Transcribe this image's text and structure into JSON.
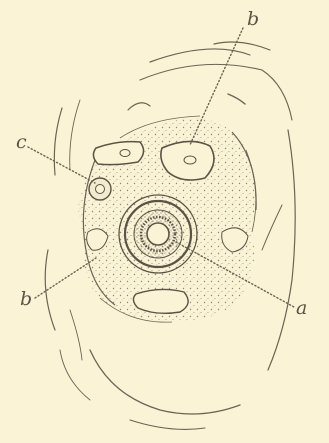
{
  "figure": {
    "labels": {
      "a": "a",
      "b_top": "b",
      "b_left": "b",
      "c": "c"
    }
  },
  "colors": {
    "background": "#fbf3d6",
    "ink": "#6a6455",
    "stipple": "#8f8878"
  }
}
